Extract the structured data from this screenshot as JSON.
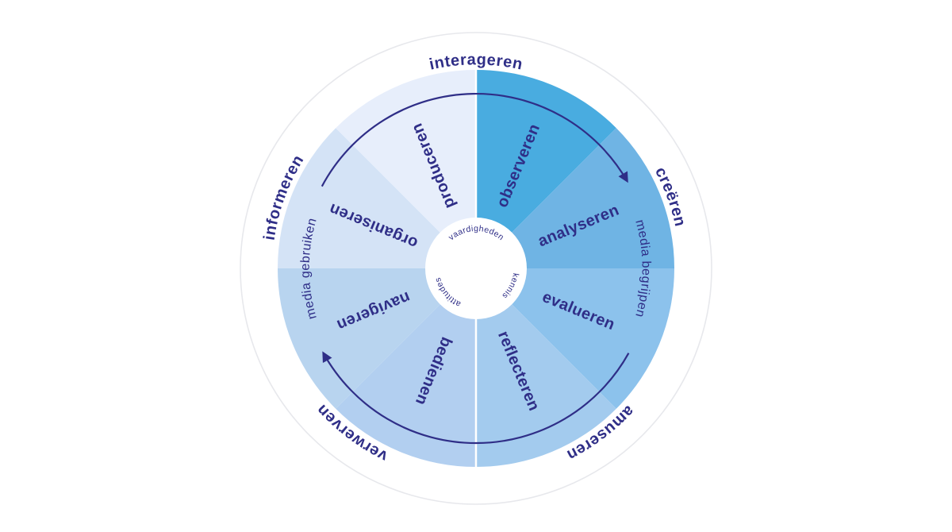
{
  "wheel": {
    "outer_labels": [
      {
        "label": "interageren"
      },
      {
        "label": "creëren"
      },
      {
        "label": "amuseren"
      },
      {
        "label": "verwerven"
      },
      {
        "label": "informeren"
      }
    ],
    "segments": [
      {
        "label": "observeren",
        "color": "#49ace0"
      },
      {
        "label": "analyseren",
        "color": "#6fb4e4"
      },
      {
        "label": "evalueren",
        "color": "#8cc2ec"
      },
      {
        "label": "reflecteren",
        "color": "#a3cbee"
      },
      {
        "label": "bedienen",
        "color": "#b2cff0"
      },
      {
        "label": "navigeren",
        "color": "#b8d4ef"
      },
      {
        "label": "organiseren",
        "color": "#d4e3f6"
      },
      {
        "label": "produceren",
        "color": "#e7eefb"
      }
    ],
    "half_labels": {
      "right": "media begrijpen",
      "left": "media gebruiken"
    },
    "center_labels": {
      "skills": "vaardigheden",
      "knowledge": "kennis",
      "attitudes": "attitudes"
    },
    "icons": {
      "top_arrow": "clockwise-flow-arrow",
      "bottom_arrow": "clockwise-flow-arrow"
    },
    "colors": {
      "label_text": "#2f2e87",
      "arrow": "#2f2e87",
      "outer_ring_border": "#e7e8ec",
      "outer_ring_fill": "#ffffff",
      "center_circle": "#ffffff",
      "divider": "#ffffff",
      "background": "#ffffff"
    }
  }
}
